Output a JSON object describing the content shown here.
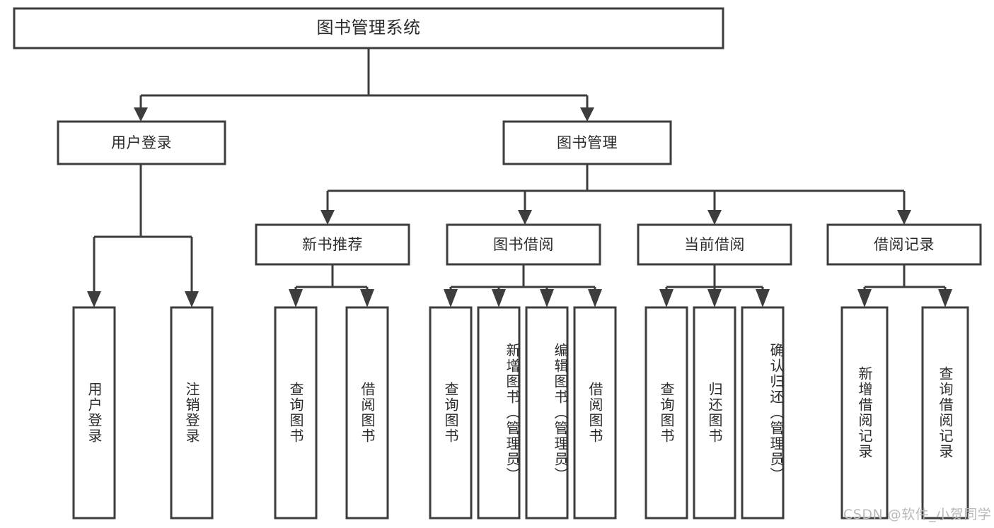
{
  "diagram": {
    "title_node": {
      "id": "root",
      "label": "图书管理系统"
    },
    "level2": [
      {
        "id": "user-login",
        "label": "用户登录"
      },
      {
        "id": "book-manage",
        "label": "图书管理"
      }
    ],
    "level3": [
      {
        "id": "new-book-rec",
        "label": "新书推荐"
      },
      {
        "id": "book-borrow",
        "label": "图书借阅"
      },
      {
        "id": "current-borrow",
        "label": "当前借阅"
      },
      {
        "id": "borrow-record",
        "label": "借阅记录"
      }
    ],
    "leaves": {
      "user_login": [
        {
          "id": "leaf-user-login",
          "label": "用户登录"
        },
        {
          "id": "leaf-logout-login",
          "label": "注销登录"
        }
      ],
      "new_book_rec": [
        {
          "id": "leaf-query-book-1",
          "label": "查询图书"
        },
        {
          "id": "leaf-borrow-book-1",
          "label": "借阅图书"
        }
      ],
      "book_borrow": [
        {
          "id": "leaf-query-book-2",
          "label": "查询图书"
        },
        {
          "id": "leaf-add-book",
          "label": "新增图书（管理员）"
        },
        {
          "id": "leaf-edit-book",
          "label": "编辑图书（管理员）"
        },
        {
          "id": "leaf-borrow-book-2",
          "label": "借阅图书"
        }
      ],
      "current_borrow": [
        {
          "id": "leaf-query-book-3",
          "label": "查询图书"
        },
        {
          "id": "leaf-return-book",
          "label": "归还图书"
        },
        {
          "id": "leaf-confirm-return",
          "label": "确认归还（管理员）"
        }
      ],
      "borrow_record": [
        {
          "id": "leaf-add-record",
          "label": "新增借阅记录"
        },
        {
          "id": "leaf-query-record",
          "label": "查询借阅记录"
        }
      ]
    }
  },
  "watermark": {
    "text": "CSDN @软件_小贺同学"
  },
  "colors": {
    "stroke": "#3d3d3d",
    "fill": "#ffffff",
    "text": "#2b2b2b",
    "watermark": "#b9b9b9",
    "background": "#ffffff"
  }
}
